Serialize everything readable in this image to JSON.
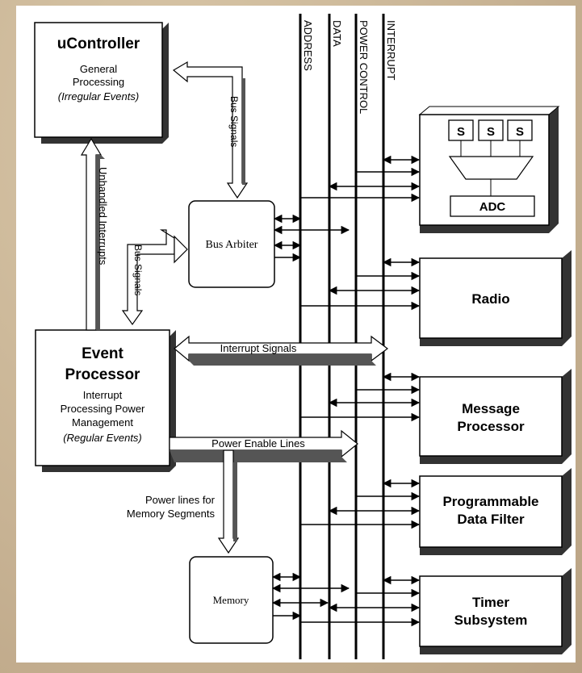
{
  "blocks": {
    "ucontroller": {
      "title": "uController",
      "line1": "General",
      "line2": "Processing",
      "line3": "(Irregular Events)"
    },
    "event_processor": {
      "title1": "Event",
      "title2": "Processor",
      "line1": "Interrupt",
      "line2": "Processing Power",
      "line3": "Management",
      "line4": "(Regular Events)"
    },
    "bus_arbiter": {
      "label": "Bus Arbiter"
    },
    "memory": {
      "label": "Memory"
    },
    "adc": {
      "sensor": "S",
      "adc": "ADC"
    },
    "radio": {
      "label": "Radio"
    },
    "message_processor": {
      "line1": "Message",
      "line2": "Processor"
    },
    "data_filter": {
      "line1": "Programmable",
      "line2": "Data Filter"
    },
    "timer": {
      "line1": "Timer",
      "line2": "Subsystem"
    }
  },
  "buses": {
    "address": "ADDRESS",
    "data": "DATA",
    "power_control": "POWER CONTROL",
    "interrupt": "INTERRUPT"
  },
  "labels": {
    "bus_signals": "Bus Signals",
    "unhandled_interrupts": "Unhandled Interrupts",
    "interrupt_signals": "Interrupt Signals",
    "power_enable_lines": "Power Enable Lines",
    "power_lines_memory_1": "Power lines for",
    "power_lines_memory_2": "Memory Segments"
  }
}
